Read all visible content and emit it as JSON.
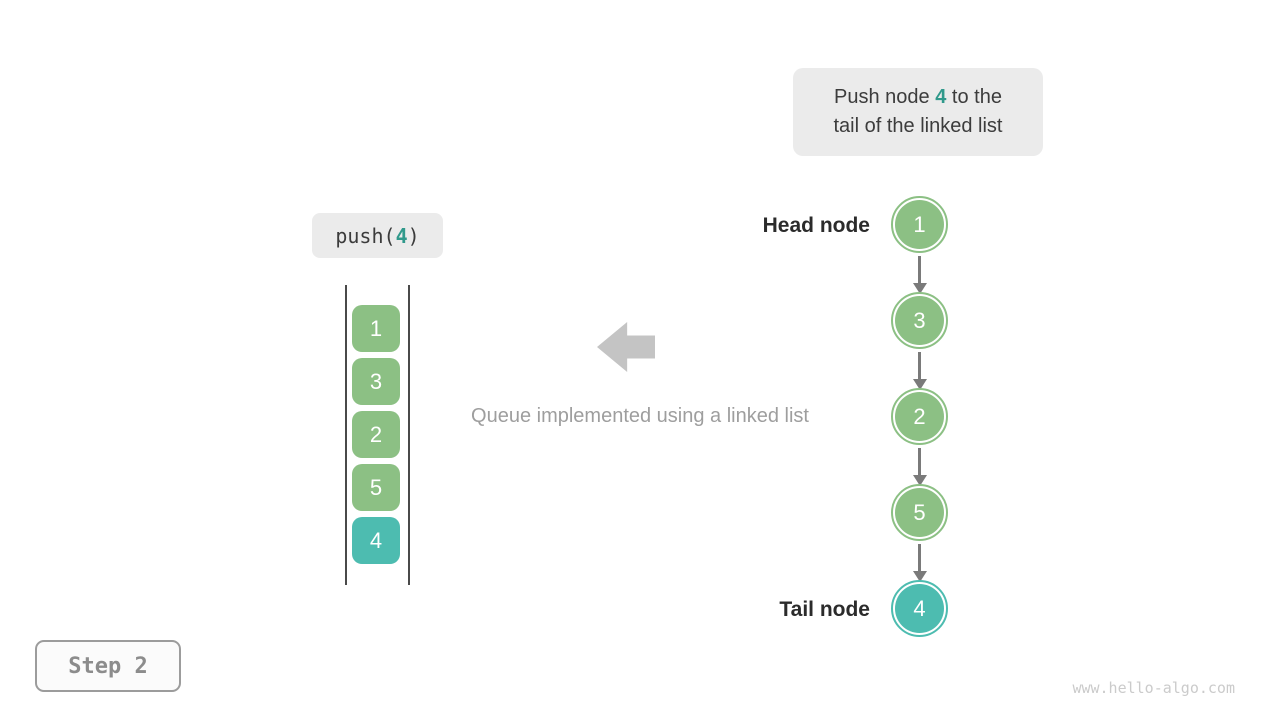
{
  "note": {
    "line1_prefix": "Push node ",
    "highlight_value": "4",
    "line1_suffix": " to the",
    "line2": "tail of the linked list"
  },
  "operation": {
    "prefix": "push(",
    "value": "4",
    "suffix": ")"
  },
  "queue": {
    "items": [
      {
        "label": "1",
        "highlight": false
      },
      {
        "label": "3",
        "highlight": false
      },
      {
        "label": "2",
        "highlight": false
      },
      {
        "label": "5",
        "highlight": false
      },
      {
        "label": "4",
        "highlight": true
      }
    ]
  },
  "caption": "Queue implemented using a linked list",
  "linked_list": {
    "head_label": "Head node",
    "tail_label": "Tail node",
    "nodes": [
      {
        "label": "1",
        "highlight": false
      },
      {
        "label": "3",
        "highlight": false
      },
      {
        "label": "2",
        "highlight": false
      },
      {
        "label": "5",
        "highlight": false
      },
      {
        "label": "4",
        "highlight": true
      }
    ]
  },
  "step_label": "Step 2",
  "watermark": "www.hello-algo.com",
  "colors": {
    "node_green": "#8CC084",
    "node_teal": "#4DBCB0",
    "teal_text": "#30998B",
    "text_dark": "#3C3C3C",
    "label_bold": "#2B2B2B",
    "caption_gray": "#9E9E9E",
    "box_bg": "#EBEBEB",
    "arrow_gray": "#C4C4C4",
    "connector_gray": "#7A7A7A",
    "line_dark": "#4A4A4A",
    "step_gray": "#8C8C8C",
    "watermark_gray": "#CBCBCB"
  },
  "icons": {
    "direction_arrow": "left-block-arrow"
  }
}
